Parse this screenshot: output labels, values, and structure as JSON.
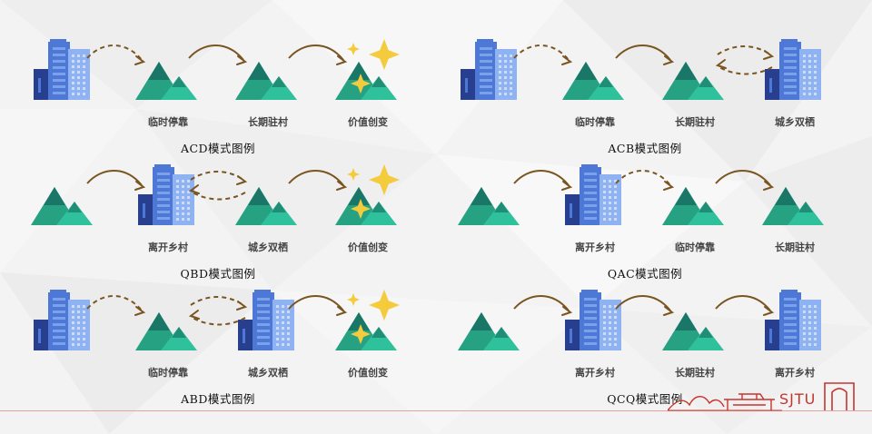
{
  "colors": {
    "building_dark": "#283f8f",
    "building_mid": "#4d78d6",
    "building_light": "#8fb2f2",
    "mountain_dark": "#1a7767",
    "mountain_mid": "#26a283",
    "mountain_light": "#2fc09c",
    "sparkle": "#f4cb3c",
    "arrow": "#7a5520",
    "logo": "#c8342c"
  },
  "panels": [
    {
      "caption": "ACD模式图例",
      "nodes": [
        {
          "icon": "building",
          "label": ""
        },
        {
          "icon": "mountain",
          "label": "临时停靠"
        },
        {
          "icon": "mountain",
          "label": "长期驻村"
        },
        {
          "icon": "mountain-sparkle",
          "label": "价值创变"
        }
      ],
      "arrows": [
        "dashed",
        "solid",
        "solid"
      ]
    },
    {
      "caption": "ACB模式图例",
      "nodes": [
        {
          "icon": "building",
          "label": ""
        },
        {
          "icon": "mountain",
          "label": "临时停靠"
        },
        {
          "icon": "mountain",
          "label": "长期驻村"
        },
        {
          "icon": "building",
          "label": "城乡双栖"
        }
      ],
      "arrows": [
        "dashed",
        "solid",
        "double-dashed"
      ]
    },
    {
      "caption": "QBD模式图例",
      "nodes": [
        {
          "icon": "mountain",
          "label": ""
        },
        {
          "icon": "building",
          "label": "离开乡村"
        },
        {
          "icon": "mountain",
          "label": "城乡双栖"
        },
        {
          "icon": "mountain-sparkle",
          "label": "价值创变"
        }
      ],
      "arrows": [
        "solid",
        "double-dashed",
        "solid"
      ]
    },
    {
      "caption": "QAC模式图例",
      "nodes": [
        {
          "icon": "mountain",
          "label": ""
        },
        {
          "icon": "building",
          "label": "离开乡村"
        },
        {
          "icon": "mountain",
          "label": "临时停靠"
        },
        {
          "icon": "mountain",
          "label": "长期驻村"
        }
      ],
      "arrows": [
        "solid",
        "dashed",
        "solid"
      ]
    },
    {
      "caption": "ABD模式图例",
      "nodes": [
        {
          "icon": "building",
          "label": ""
        },
        {
          "icon": "mountain",
          "label": "临时停靠"
        },
        {
          "icon": "building",
          "label": "城乡双栖"
        },
        {
          "icon": "mountain-sparkle",
          "label": "价值创变"
        }
      ],
      "arrows": [
        "dashed",
        "double-dashed",
        "solid"
      ]
    },
    {
      "caption": "QCQ模式图例",
      "nodes": [
        {
          "icon": "mountain",
          "label": ""
        },
        {
          "icon": "building",
          "label": "离开乡村"
        },
        {
          "icon": "mountain",
          "label": "长期驻村"
        },
        {
          "icon": "building",
          "label": "离开乡村"
        }
      ],
      "arrows": [
        "solid",
        "solid",
        "solid"
      ]
    }
  ],
  "logo": {
    "text": "SJTU",
    "icon": "sjtu-gate-logo"
  }
}
